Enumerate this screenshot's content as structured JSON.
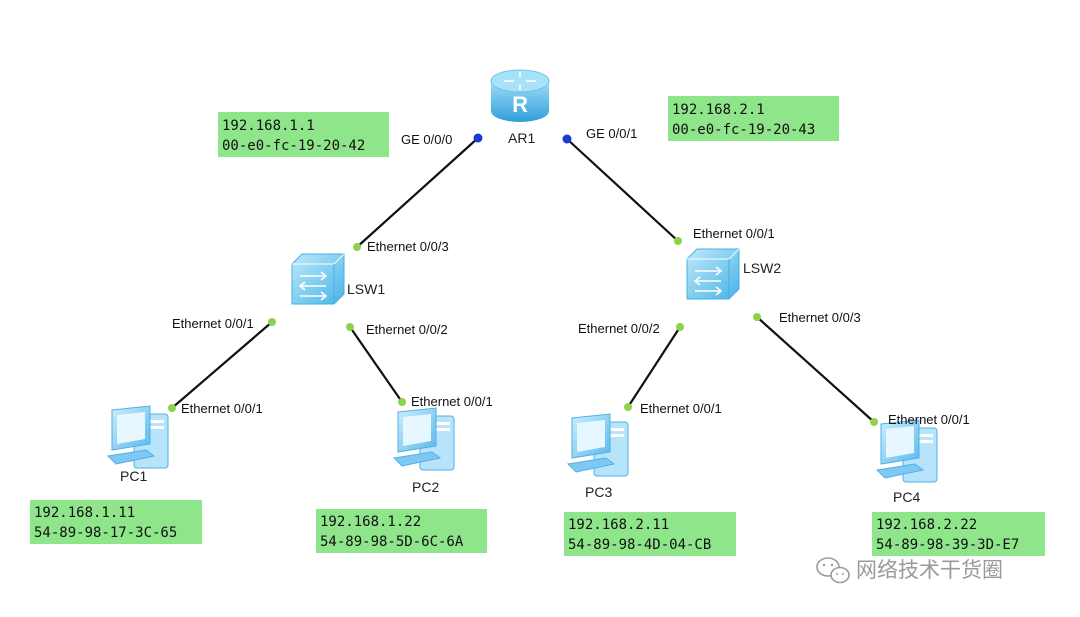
{
  "colors": {
    "link": "#111111",
    "dot_green": "#8cd24a",
    "dot_blue": "#1a3ad6",
    "info_box": "#8ee58a",
    "router_top": "#7fd0f3",
    "router_body": "#42b0e6",
    "switch_body": "#6cc8f0",
    "pc_blue": "#7fc8f4",
    "watermark": "#9a9a9a"
  },
  "devices": {
    "AR1": "AR1",
    "LSW1": "LSW1",
    "LSW2": "LSW2",
    "PC1": "PC1",
    "PC2": "PC2",
    "PC3": "PC3",
    "PC4": "PC4"
  },
  "ports": {
    "ar1_ge000": "GE 0/0/0",
    "ar1_ge001": "GE 0/0/1",
    "lsw1_eth003": "Ethernet 0/0/3",
    "lsw1_eth001": "Ethernet 0/0/1",
    "lsw1_eth002": "Ethernet 0/0/2",
    "lsw2_eth001": "Ethernet 0/0/1",
    "lsw2_eth002": "Ethernet 0/0/2",
    "lsw2_eth003": "Ethernet 0/0/3",
    "pc1_eth001": "Ethernet 0/0/1",
    "pc2_eth001": "Ethernet 0/0/1",
    "pc3_eth001": "Ethernet 0/0/1",
    "pc4_eth001": "Ethernet 0/0/1"
  },
  "info": {
    "ar1_g0": {
      "ip": "192.168.1.1",
      "mac": "00-e0-fc-19-20-42"
    },
    "ar1_g1": {
      "ip": "192.168.2.1",
      "mac": "00-e0-fc-19-20-43"
    },
    "pc1": {
      "ip": "192.168.1.11",
      "mac": "54-89-98-17-3C-65"
    },
    "pc2": {
      "ip": "192.168.1.22",
      "mac": "54-89-98-5D-6C-6A"
    },
    "pc3": {
      "ip": "192.168.2.11",
      "mac": "54-89-98-4D-04-CB"
    },
    "pc4": {
      "ip": "192.168.2.22",
      "mac": "54-89-98-39-3D-E7"
    }
  },
  "watermark": {
    "text": "网络技术干货圈",
    "icon": "wechat-icon"
  }
}
